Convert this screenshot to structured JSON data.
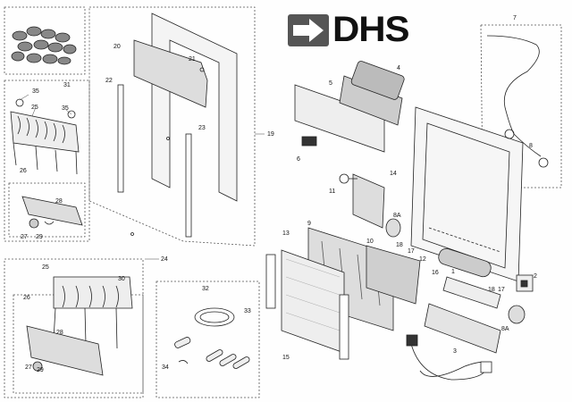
{
  "logo": {
    "text": "DHS",
    "icon": "arrow-logo-icon"
  },
  "callouts": [
    "1",
    "2",
    "3",
    "4",
    "5",
    "6",
    "7",
    "8",
    "8A",
    "9",
    "10",
    "11",
    "12",
    "13",
    "14",
    "15",
    "16",
    "17",
    "18",
    "19",
    "20",
    "21",
    "22",
    "23",
    "24",
    "25",
    "26",
    "27",
    "28",
    "29",
    "30",
    "31",
    "32",
    "33",
    "34",
    "35"
  ],
  "labels": {
    "n1": "1",
    "n2": "2",
    "n3": "3",
    "n4": "4",
    "n5": "5",
    "n6": "6",
    "n7": "7",
    "n8": "8",
    "n8a1": "8A",
    "n8a2": "8A",
    "n9": "9",
    "n10": "10",
    "n11": "11",
    "n12": "12",
    "n13": "13",
    "n14": "14",
    "n15": "15",
    "n16": "16",
    "n17a": "17",
    "n17b": "17",
    "n18a": "18",
    "n18b": "18",
    "n19": "19",
    "n20": "20",
    "n21": "21",
    "n22": "22",
    "n23": "23",
    "n24": "24",
    "n25a": "25",
    "n25b": "25",
    "n26a": "26",
    "n26b": "26",
    "n27a": "27",
    "n27b": "27",
    "n28a": "28",
    "n28b": "28",
    "n29a": "29",
    "n29b": "29",
    "n30": "30",
    "n31": "31",
    "n32": "32",
    "n33": "33",
    "n34": "34",
    "n35a": "35",
    "n35b": "35"
  }
}
